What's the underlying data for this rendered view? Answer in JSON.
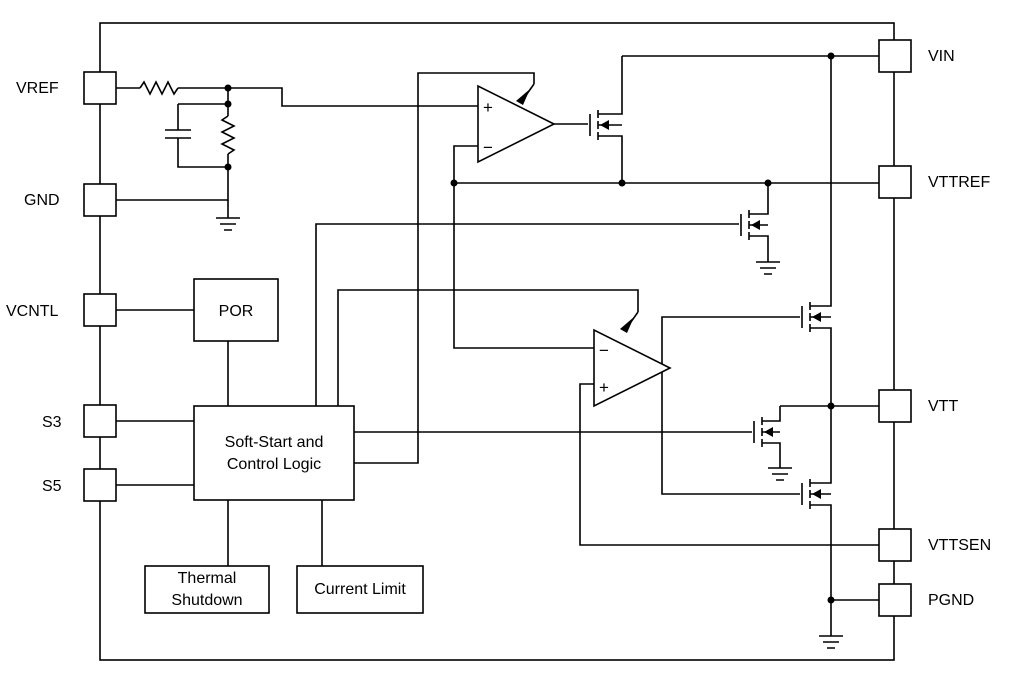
{
  "pins_left": {
    "vref": "VREF",
    "gnd": "GND",
    "vcntl": "VCNTL",
    "s3": "S3",
    "s5": "S5"
  },
  "pins_right": {
    "vin": "VIN",
    "vttref": "VTTREF",
    "vtt": "VTT",
    "vttsen": "VTTSEN",
    "pgnd": "PGND"
  },
  "blocks": {
    "por": "POR",
    "soft_start_line1": "Soft-Start and",
    "soft_start_line2": "Control Logic",
    "thermal_line1": "Thermal",
    "thermal_line2": "Shutdown",
    "current_limit": "Current Limit"
  },
  "opamp_signs": {
    "plus": "+",
    "minus": "−"
  }
}
